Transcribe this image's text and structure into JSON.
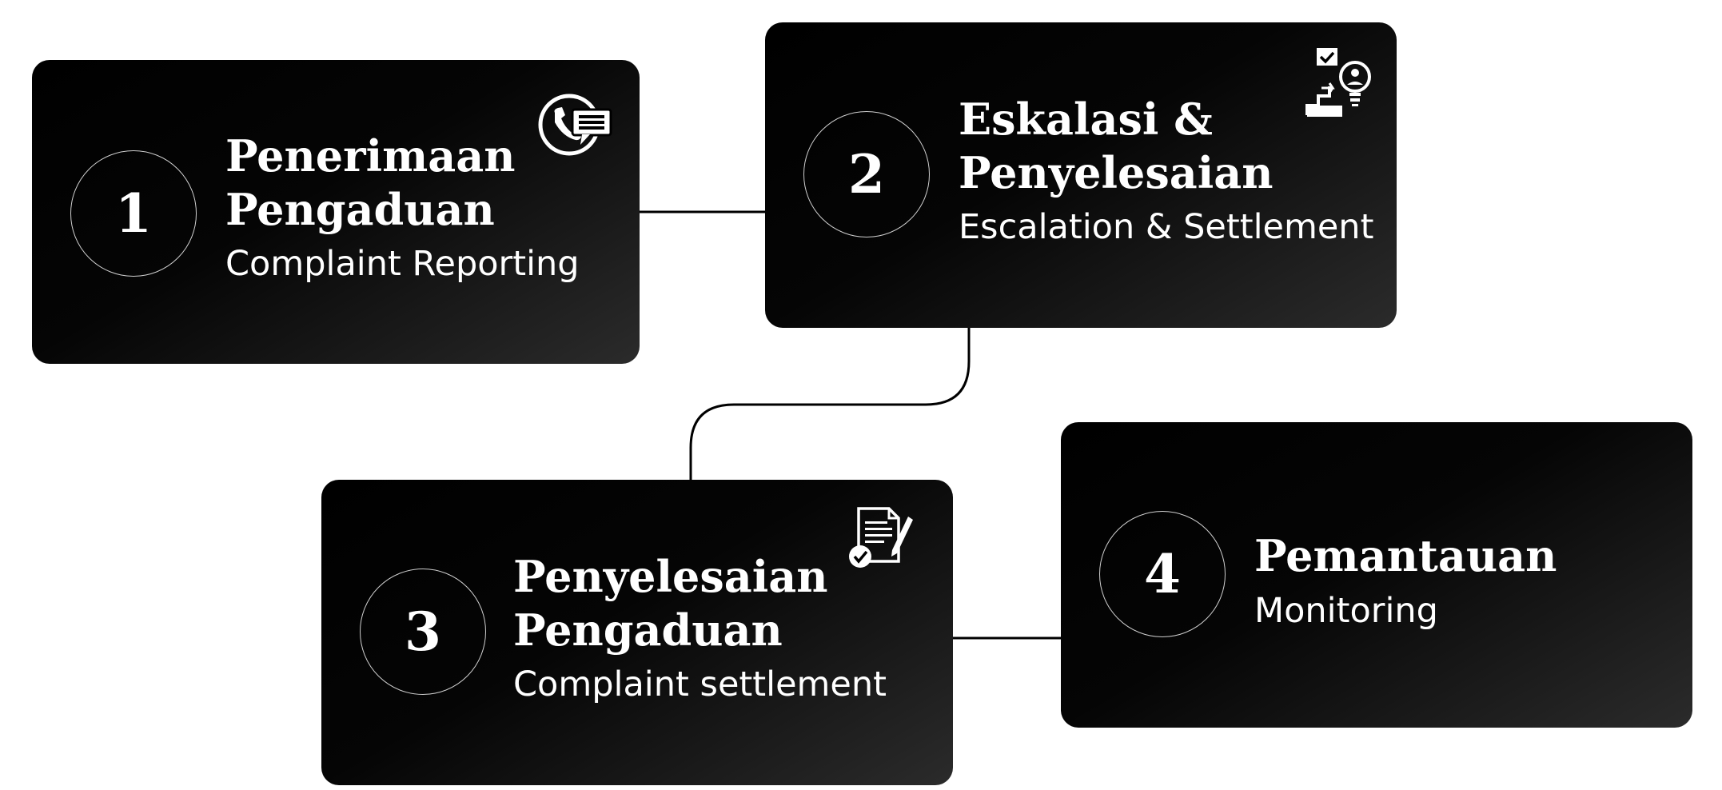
{
  "colors": {
    "page_background": "#ffffff",
    "card_background": "#000000",
    "card_highlight": "#2b2b2b",
    "text": "#ffffff",
    "badge_ring": "#cfcfcf",
    "connector": "#000000"
  },
  "steps": [
    {
      "number": "1",
      "title_line1": "Penerimaan",
      "title_line2": "Pengaduan",
      "subtitle": "Complaint Reporting",
      "icon": "phone-chat-icon"
    },
    {
      "number": "2",
      "title_line1": "Eskalasi &",
      "title_line2": "Penyelesaian",
      "subtitle": "Escalation & Settlement",
      "icon": "escalation-idea-icon"
    },
    {
      "number": "3",
      "title_line1": "Penyelesaian",
      "title_line2": "Pengaduan",
      "subtitle": "Complaint settlement",
      "icon": "document-approval-icon"
    },
    {
      "number": "4",
      "title_line1": "Pemantauan",
      "subtitle": "Monitoring"
    }
  ]
}
